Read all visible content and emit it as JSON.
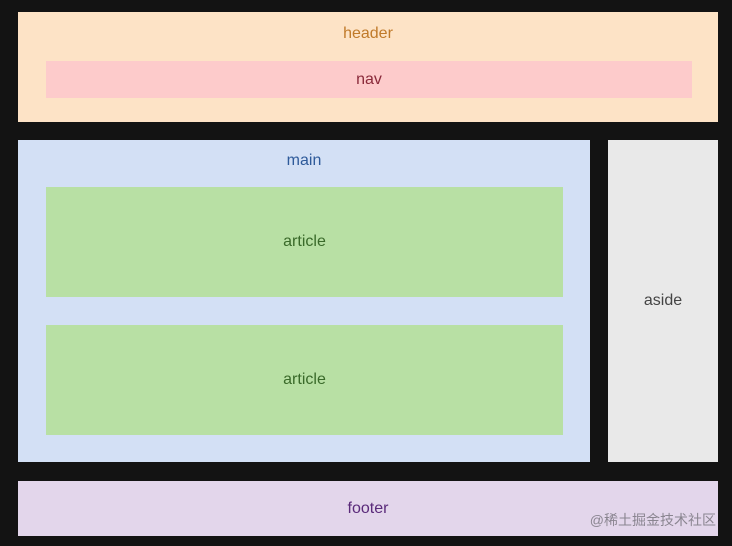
{
  "regions": {
    "header": "header",
    "nav": "nav",
    "main": "main",
    "article_1": "article",
    "article_2": "article",
    "aside": "aside",
    "footer": "footer"
  },
  "watermark": "@稀土掘金技术社区",
  "colors": {
    "background": "#131313",
    "header": "#fde3c6",
    "nav": "#fdcbcb",
    "main": "#d3e0f5",
    "article": "#b8e0a4",
    "aside": "#e9e9e9",
    "footer": "#e3d6eb"
  }
}
